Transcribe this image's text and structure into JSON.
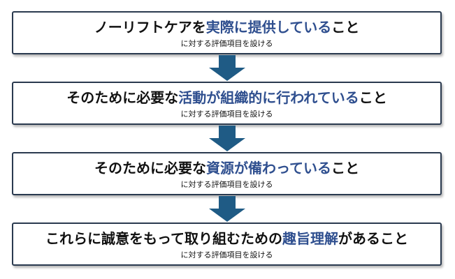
{
  "steps": [
    {
      "pre": "ノーリフトケアを",
      "highlight": "実際に提供している",
      "post": "こと",
      "sub": "に対する評価項目を設ける"
    },
    {
      "pre": "そのために必要な",
      "highlight": "活動が組織的に行われている",
      "post": "こと",
      "sub": "に対する評価項目を設ける"
    },
    {
      "pre": "そのために必要な",
      "highlight": "資源が備わっている",
      "post": "こと",
      "sub": "に対する評価項目を設ける"
    },
    {
      "pre": "これらに誠意をもって取り組むための",
      "highlight": "趣旨理解",
      "post": "があること",
      "sub": "に対する評価項目を設ける"
    }
  ],
  "colors": {
    "box_border": "#2a3a4f",
    "highlight_text": "#2f4f8f",
    "arrow": "#1f5b85"
  },
  "arrow_icon": "down-arrow-icon"
}
